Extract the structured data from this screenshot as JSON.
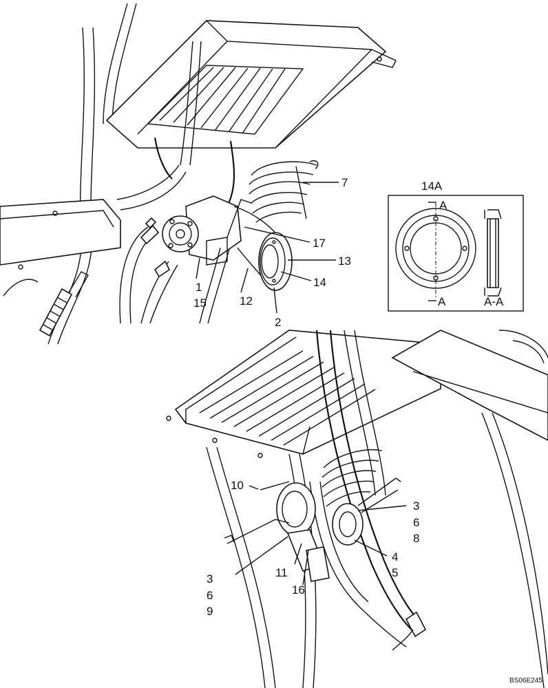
{
  "drawing": {
    "id": "BS06E245",
    "detail": {
      "title": "14A",
      "section_marker_top": "A",
      "section_marker_bottom": "A",
      "section_label": "A-A"
    },
    "callouts_upper": [
      "7",
      "17",
      "13",
      "14",
      "1",
      "15",
      "12",
      "2"
    ],
    "callouts_lower": [
      "10",
      "3",
      "6",
      "8",
      "4",
      "5",
      "11",
      "16",
      "3",
      "6",
      "9"
    ]
  }
}
